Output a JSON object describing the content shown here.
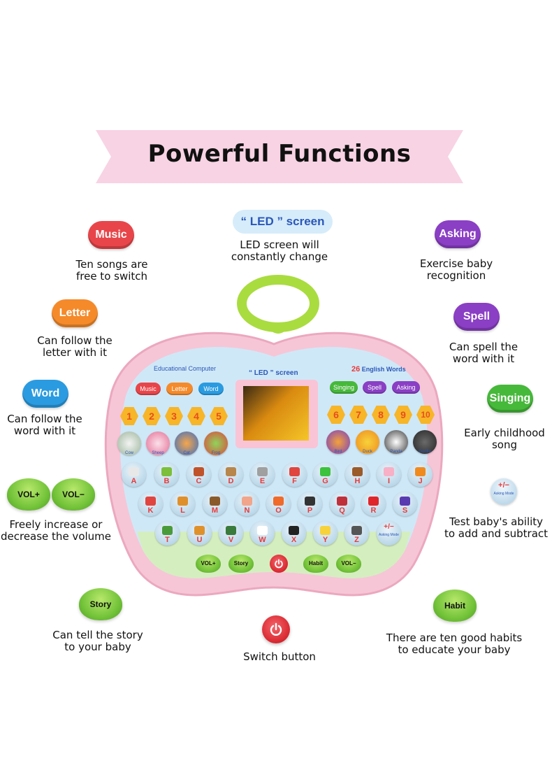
{
  "banner": {
    "title": "Powerful Functions",
    "ribbon_color": "#f8d3e3"
  },
  "features": {
    "music": {
      "label": "Music",
      "desc1": "Ten songs are",
      "desc2": "free to switch",
      "color": "#e8454a"
    },
    "letter": {
      "label": "Letter",
      "desc1": "Can follow the",
      "desc2": "letter with it",
      "color": "#f58a2a"
    },
    "word": {
      "label": "Word",
      "desc1": "Can follow the",
      "desc2": "word with it",
      "color": "#2a9be0"
    },
    "volume": {
      "label_up": "VOL+",
      "label_down": "VOL−",
      "desc1": "Freely increase or",
      "desc2": "decrease the volume"
    },
    "story": {
      "label": "Story",
      "desc1": "Can tell the story",
      "desc2": "to your baby"
    },
    "led": {
      "label": "“ LED ” screen",
      "desc1": "LED screen will",
      "desc2": "constantly change"
    },
    "power": {
      "desc": "Switch button",
      "icon": "power-icon"
    },
    "asking": {
      "label": "Asking",
      "desc1": "Exercise baby",
      "desc2": "recognition",
      "color": "#8a3fc4"
    },
    "spell": {
      "label": "Spell",
      "desc1": "Can spell the",
      "desc2": "word with it",
      "color": "#8a3fc4"
    },
    "singing": {
      "label": "Singing",
      "desc1": "Early childhood",
      "desc2": "song"
    },
    "math": {
      "label_symbol": "+/−",
      "label_text": "Asking Mode",
      "desc1": "Test baby's ability",
      "desc2": "to add and subtract"
    },
    "habit": {
      "label": "Habit",
      "desc1": "There are ten good habits",
      "desc2": "to educate your baby"
    }
  },
  "device": {
    "brand": "Educational Computer",
    "screen_label": "“ LED ” screen",
    "words_count": "26",
    "words_label": "English Words",
    "mode_buttons_left": [
      "Music",
      "Letter",
      "Word"
    ],
    "mode_buttons_right": [
      "Singing",
      "Spell",
      "Asking"
    ],
    "numbers_left": [
      "1",
      "2",
      "3",
      "4",
      "5"
    ],
    "numbers_right": [
      "6",
      "7",
      "8",
      "9",
      "10"
    ],
    "animals_left": [
      "Cow",
      "Sheep",
      "Cat",
      "Frog"
    ],
    "animals_right": [
      "Bird",
      "Duck",
      "Panda",
      "Gorilla"
    ],
    "row1": [
      "A",
      "B",
      "C",
      "D",
      "E",
      "F",
      "G",
      "H",
      "I",
      "J"
    ],
    "row2": [
      "K",
      "L",
      "M",
      "N",
      "O",
      "P",
      "Q",
      "R",
      "S"
    ],
    "row3": [
      "T",
      "U",
      "V",
      "W",
      "X",
      "Y",
      "Z"
    ],
    "math_key": {
      "symbol": "+/−",
      "text": "Asking Mode"
    },
    "bottom_buttons": [
      "VOL+",
      "Story",
      "Habit",
      "VOL−"
    ],
    "body_color": "#f6c6d6",
    "panel_color": "#cfe8f7"
  }
}
